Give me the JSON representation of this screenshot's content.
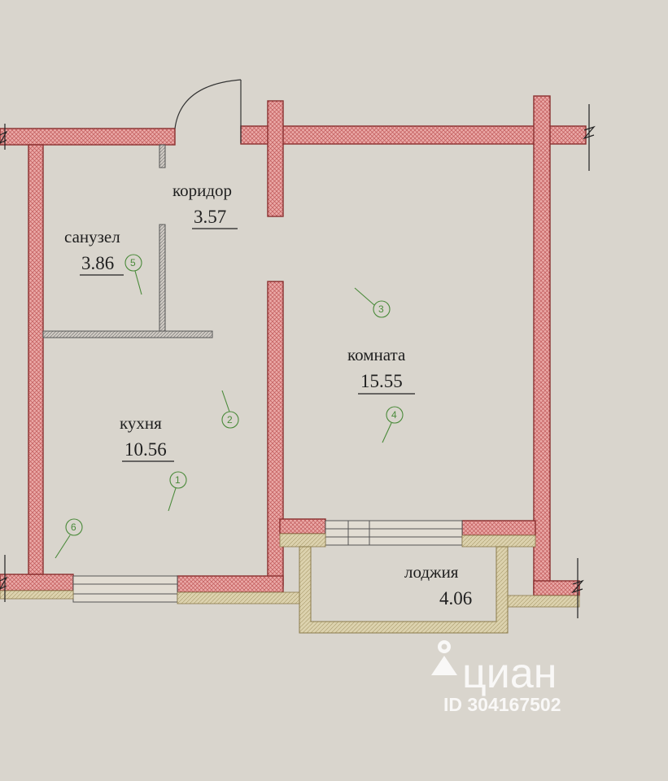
{
  "rooms": {
    "corridor": {
      "name": "коридор",
      "area": "3.57"
    },
    "bathroom": {
      "name": "санузел",
      "area": "3.86"
    },
    "room": {
      "name": "комната",
      "area": "15.55"
    },
    "kitchen": {
      "name": "кухня",
      "area": "10.56"
    },
    "loggia": {
      "name": "лоджия",
      "area": "4.06"
    }
  },
  "markers": [
    "1",
    "2",
    "3",
    "4",
    "5",
    "6"
  ],
  "watermark": {
    "brand": "циан",
    "id": "ID 304167502"
  },
  "colors": {
    "background": "#d9d5cd",
    "wall_fill": "#e9a6a4",
    "wall_outline": "#a03a3a",
    "marker": "#4a8a3a",
    "loggia_fill": "#d8cfa8"
  }
}
